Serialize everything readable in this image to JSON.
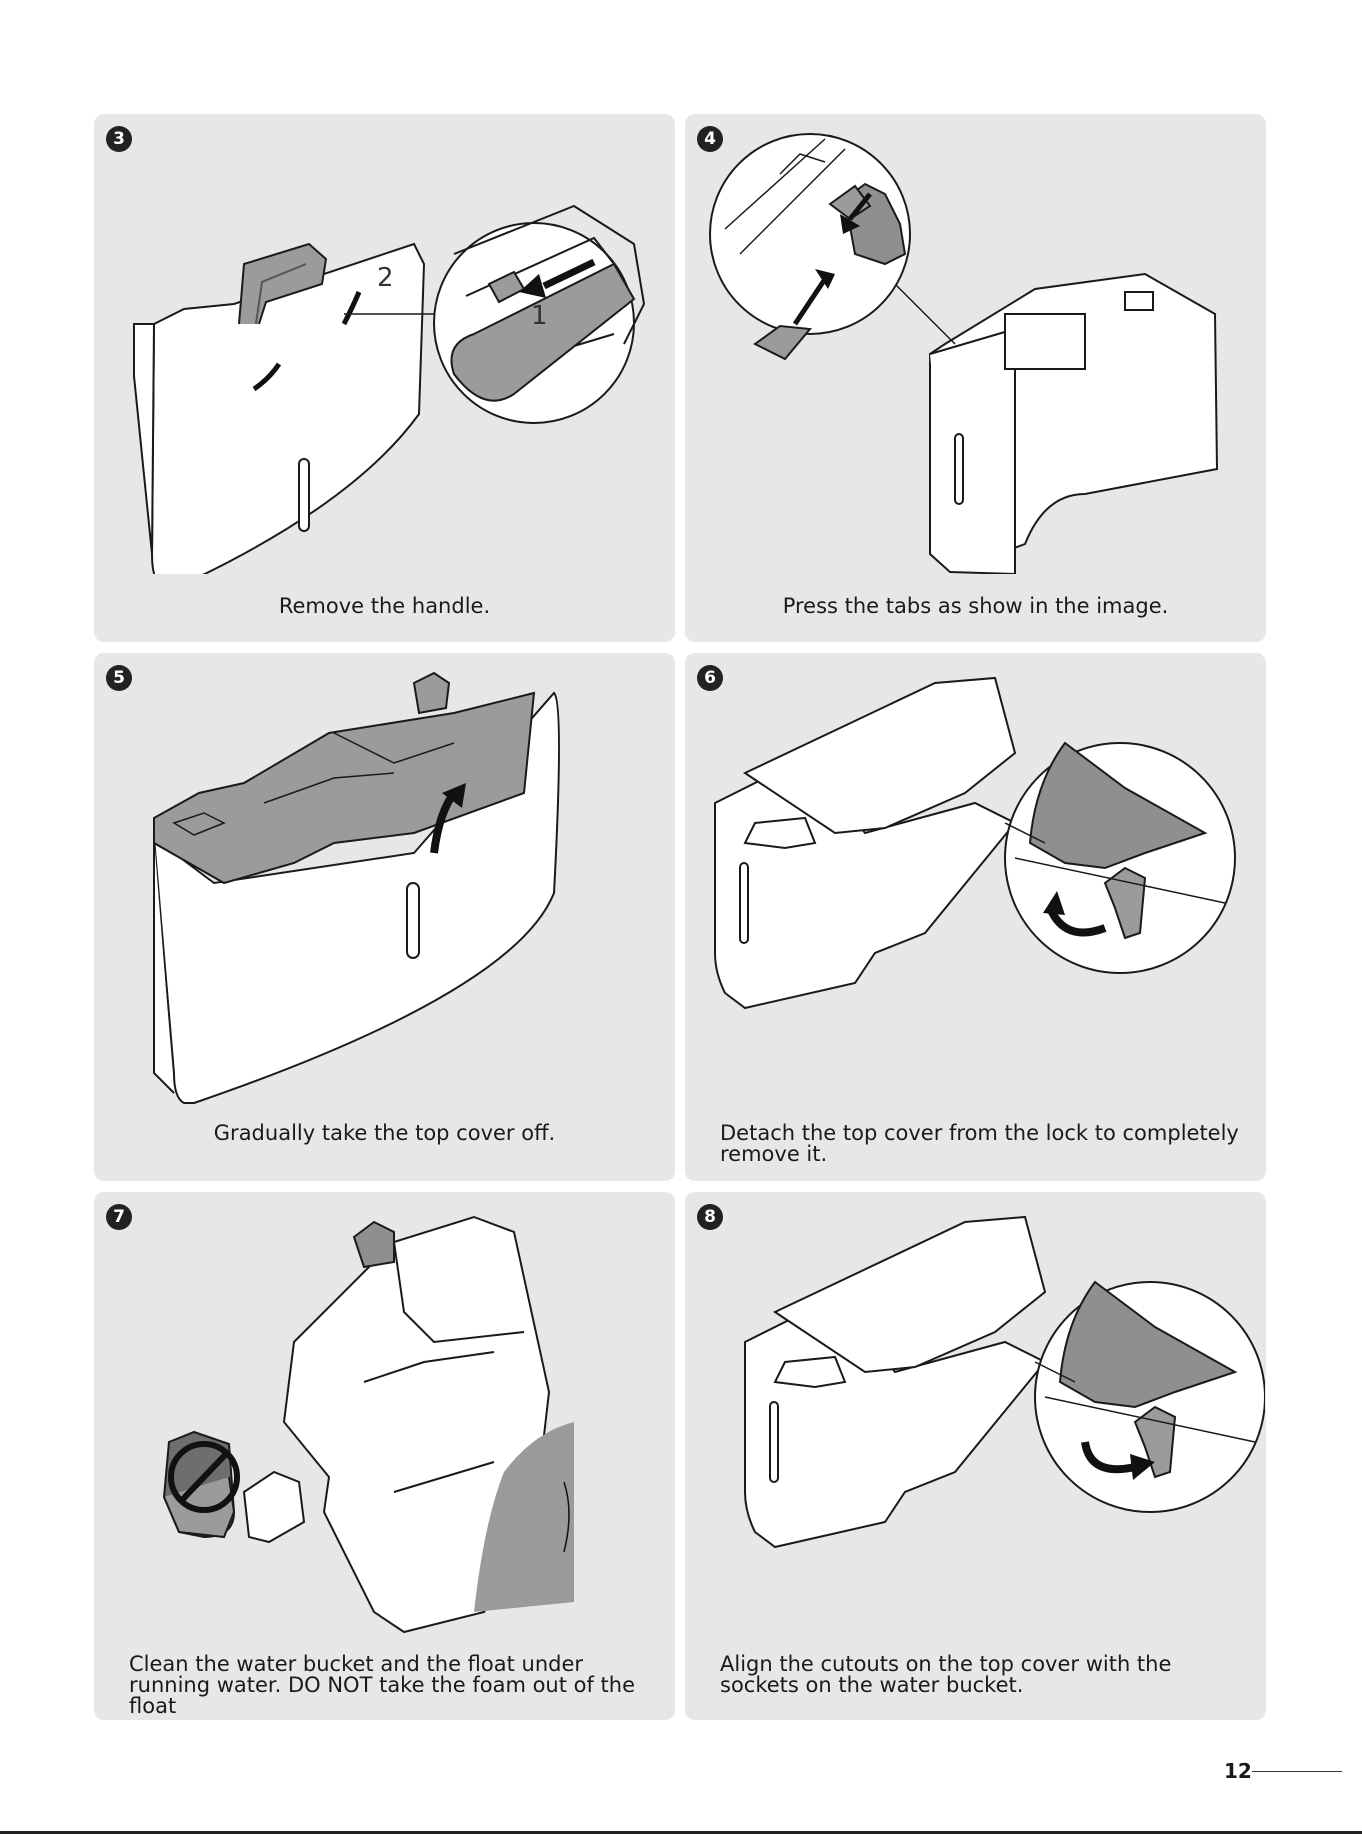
{
  "steps": [
    {
      "num": "3",
      "caption": "Remove the handle.",
      "labels": [
        "2",
        "1"
      ]
    },
    {
      "num": "4",
      "caption": "Press the tabs as show in the image."
    },
    {
      "num": "5",
      "caption": "Gradually take the top cover off."
    },
    {
      "num": "6",
      "caption": "Detach the top cover from the lock to completely remove it."
    },
    {
      "num": "7",
      "caption": "Clean the water bucket and the float under running water. DO NOT take the foam out of the float"
    },
    {
      "num": "8",
      "caption": "Align the cutouts on the top cover with the sockets on the water bucket."
    }
  ],
  "page_number": "12"
}
